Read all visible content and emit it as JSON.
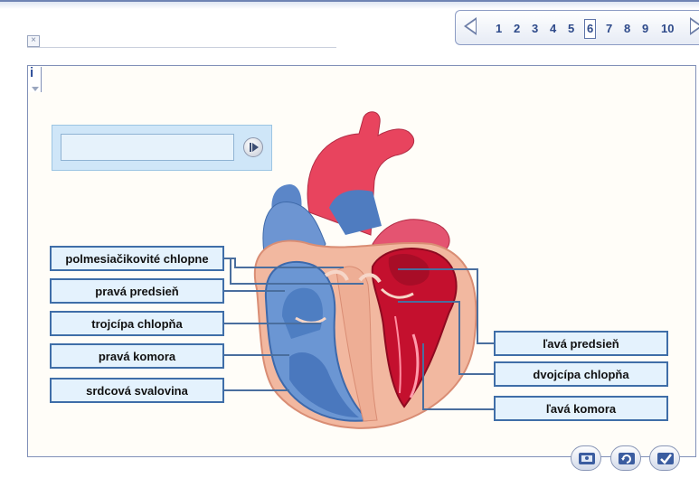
{
  "pager": {
    "pages": [
      "1",
      "2",
      "3",
      "4",
      "5",
      "6",
      "7",
      "8",
      "9",
      "10"
    ],
    "current": "6"
  },
  "window": {
    "close_glyph": "×",
    "info_glyph": "i"
  },
  "labels": {
    "pulmonary_valves": "polmesiačikovité chlopne",
    "right_atrium": "pravá predsieň",
    "tricuspid_valve": "trojcípa chlopňa",
    "right_ventricle": "pravá komora",
    "heart_muscle": "srdcová svalovina",
    "left_atrium": "ľavá predsieň",
    "bicuspid_valve": "dvojcípa chlopňa",
    "left_ventricle": "ľavá komora"
  },
  "icons": {
    "prev": "triangle-left-icon",
    "next": "triangle-right-icon",
    "play": "play-icon",
    "tools": [
      "user-icon",
      "refresh-icon",
      "check-icon"
    ]
  },
  "colors": {
    "accent": "#3f6ea8",
    "label_bg": "#e4f2fd",
    "play_box_bg": "#cfe6f8",
    "artery_red": "#e8445e",
    "vein_blue": "#5b86c8",
    "muscle": "#f2b8a0"
  }
}
